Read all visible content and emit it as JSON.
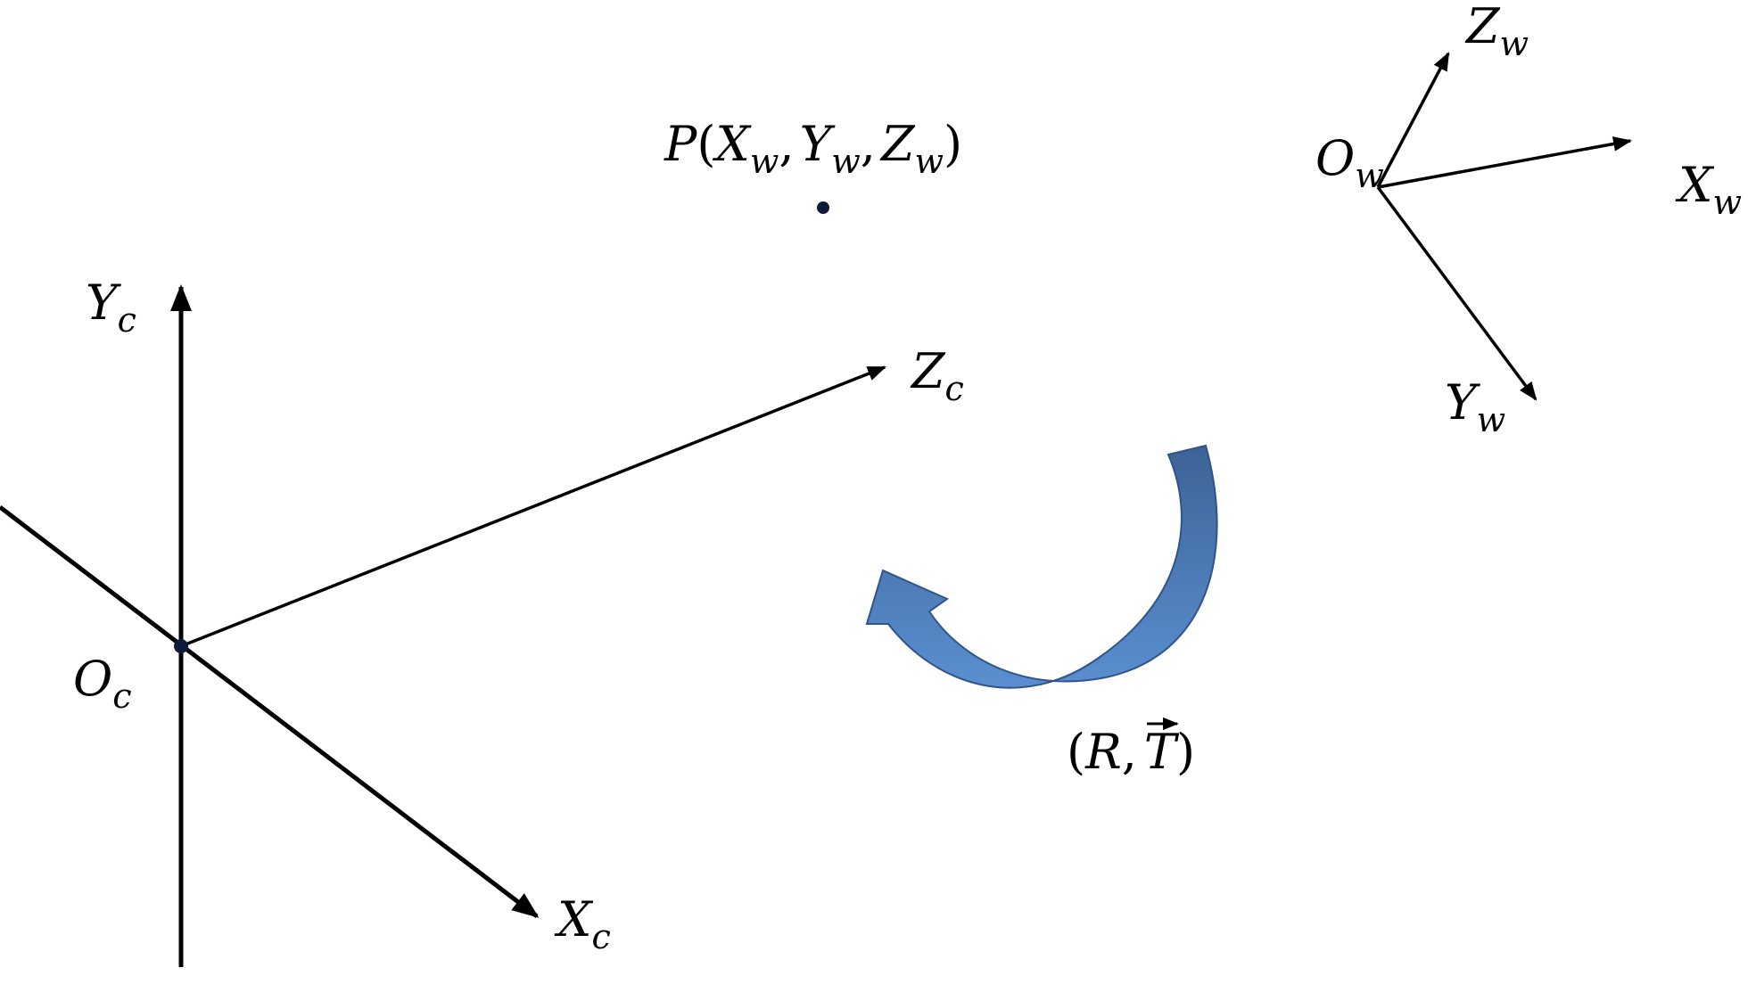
{
  "colors": {
    "axis": "#000000",
    "point": "#0d1a3a",
    "arrow_fill_top": "#3d6396",
    "arrow_fill_bottom": "#5b8fd1",
    "arrow_stroke": "#2f5588"
  },
  "camera_frame": {
    "origin": {
      "base": "O",
      "sub": "c"
    },
    "x_axis": {
      "base": "X",
      "sub": "c"
    },
    "y_axis": {
      "base": "Y",
      "sub": "c"
    },
    "z_axis": {
      "base": "Z",
      "sub": "c"
    }
  },
  "world_frame": {
    "origin": {
      "base": "O",
      "sub": "w"
    },
    "x_axis": {
      "base": "X",
      "sub": "w"
    },
    "y_axis": {
      "base": "Y",
      "sub": "w"
    },
    "z_axis": {
      "base": "Z",
      "sub": "w"
    }
  },
  "point": {
    "name": "P",
    "open": "(",
    "comma": ",",
    "close": ")",
    "coords": [
      {
        "base": "X",
        "sub": "w"
      },
      {
        "base": "Y",
        "sub": "w"
      },
      {
        "base": "Z",
        "sub": "w"
      }
    ]
  },
  "transform": {
    "open": "(",
    "rotation": "R",
    "comma": ",",
    "translation": "T",
    "vector_mark": "⃗",
    "close": ")"
  }
}
